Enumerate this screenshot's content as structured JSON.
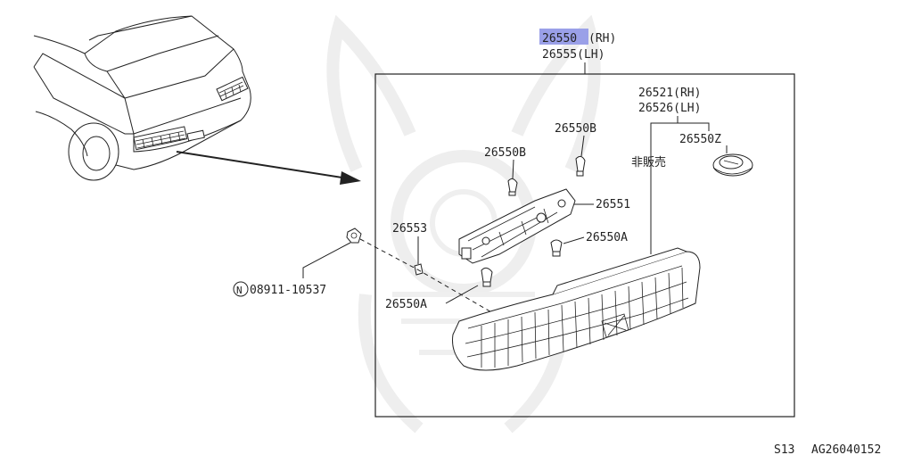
{
  "diagram": {
    "part_main": {
      "number": "26550",
      "rh": "(RH)",
      "lh_line": "26555(LH)"
    },
    "lens": {
      "rh_line": "26521(RH)",
      "lh_line": "26526(LH)"
    },
    "labels": {
      "bulb_b_top": "26550B",
      "bulb_b_left": "26550B",
      "socket_z": "26550Z",
      "not_sold": "非販売",
      "housing": "26551",
      "bulb_a_right": "26550A",
      "clip": "26553",
      "bulb_a_left": "26550A",
      "nut_prefix": "N",
      "nut": "08911-10537"
    },
    "footer": {
      "model": "S13",
      "code": "AG26040152"
    }
  },
  "colors": {
    "highlight": "#9aa0e8",
    "line": "#222222",
    "watermark": "#eeeeee"
  }
}
